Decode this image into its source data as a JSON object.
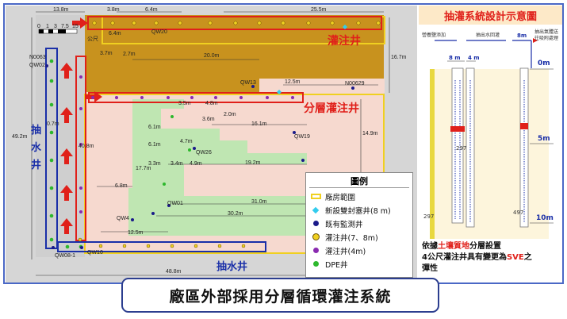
{
  "caption": "廠區外部採用分層循環灌注系統",
  "plan": {
    "labels": {
      "injection_wells": "灌注井",
      "layered_injection_wells": "分層灌注井",
      "extraction_wells_vertical": [
        "抽",
        "水",
        "井"
      ],
      "extraction_wells_bottom": "抽水井"
    },
    "scale_bar": {
      "ticks": [
        "0",
        "1",
        "3",
        "7.5",
        "15"
      ],
      "unit": "公尺"
    },
    "dimensions": [
      "13.8m",
      "3.8m",
      "6.4m",
      "25.5m",
      "6.4m",
      "3.7m",
      "2.7m",
      "20.0m",
      "16.7m",
      "12.5m",
      "3.5m",
      "4.8m",
      "2.0m",
      "3.6m",
      "6.1m",
      "16.1m",
      "6.1m",
      "4.7m",
      "3.3m",
      "3.4m",
      "4.9m",
      "19.2m",
      "17.7m",
      "6.8m",
      "31.0m",
      "30.2m",
      "12.5m",
      "48.8m",
      "49.2m",
      "14.9m",
      "0.7m",
      "40.8m"
    ],
    "well_ids": [
      "N0063",
      "QW02",
      "QW13",
      "N00629",
      "QW19",
      "QW20",
      "QW26",
      "QW01",
      "QW4",
      "QW10",
      "QW08-1"
    ],
    "legend": {
      "title": "圖例",
      "items": [
        {
          "symbol": "rect-yellow",
          "label": "廠房範圍"
        },
        {
          "symbol": "diamond-cyan",
          "label": "新設雙封塞井(8 m)"
        },
        {
          "symbol": "dot-navy",
          "label": "既有監測井"
        },
        {
          "symbol": "dot-yellow",
          "label": "灌注井(7、8m)"
        },
        {
          "symbol": "dot-purple",
          "label": "灌注井(4m)"
        },
        {
          "symbol": "dot-green",
          "label": "DPE井"
        }
      ]
    }
  },
  "panel": {
    "title": "抽灌系統設計示意圖",
    "top_labels": {
      "left": "營養鹽添加",
      "middle": "抽出水回灌",
      "right": "抽出氣體送\n往吸附處理"
    },
    "depth_labels": [
      "0m",
      "5m",
      "10m"
    ],
    "width_labels": [
      "8 m",
      "4 m",
      "8m"
    ],
    "well_numbers": [
      "297",
      "497",
      "297"
    ],
    "note_parts": [
      "依據",
      "土壤質地",
      "分層設置\n4公尺灌注井具有變更為",
      "SVE",
      "之\n彈性"
    ]
  },
  "colors": {
    "frame": "#4a68c6",
    "injection_zone": "#c8921e",
    "factory": "#f6d9cf",
    "green_zone": "#bfe6b2",
    "red": "#e0201a",
    "blue": "#1a2fa8"
  }
}
